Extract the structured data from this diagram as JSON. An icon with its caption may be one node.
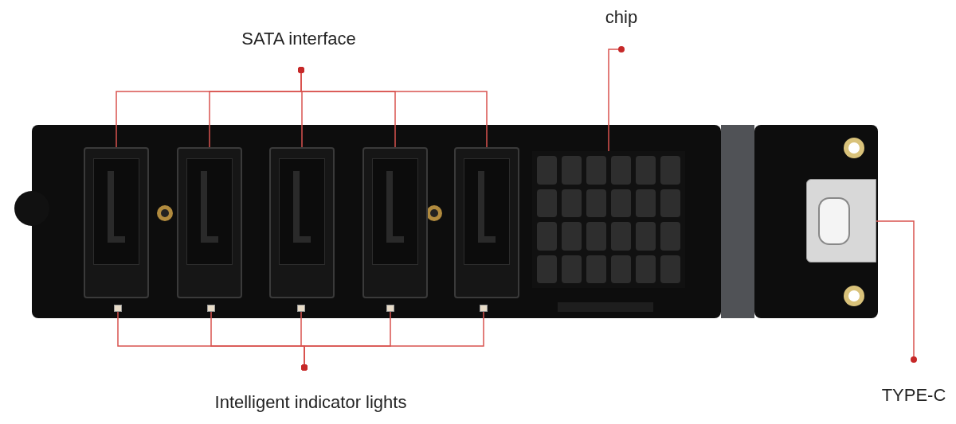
{
  "diagram": {
    "nodes": [
      {
        "text": [
          "SATA interface"
        ]
      },
      {
        "text": [],
        "shape": "box"
      },
      {
        "text": [],
        "shape": "box"
      },
      {
        "text": [],
        "shape": "box"
      },
      {
        "text": [],
        "shape": "box"
      },
      {
        "text": [],
        "shape": "box"
      },
      {
        "text": [
          "chip"
        ]
      },
      {
        "text": [],
        "shape": "box"
      },
      {
        "text": [
          "Intelligent indicator lights"
        ]
      },
      {
        "text": [],
        "shape": "box"
      },
      {
        "text": [],
        "shape": "box"
      },
      {
        "text": [],
        "shape": "box"
      },
      {
        "text": [],
        "shape": "box"
      },
      {
        "text": [],
        "shape": "box"
      },
      {
        "text": [
          "TYPE-C"
        ]
      },
      {
        "text": [],
        "shape": "box"
      }
    ],
    "edges": [
      {
        "from": 0,
        "to": 1,
        "arrow": "other"
      },
      {
        "from": 0,
        "to": 2,
        "arrow": "other"
      },
      {
        "from": 0,
        "to": 3,
        "arrow": "other"
      },
      {
        "from": 0,
        "to": 4,
        "arrow": "other"
      },
      {
        "from": 0,
        "to": 5,
        "arrow": "other"
      },
      {
        "from": 6,
        "to": 7,
        "arrow": "other"
      },
      {
        "from": 8,
        "to": 9,
        "arrow": "other"
      },
      {
        "from": 8,
        "to": 10,
        "arrow": "other"
      },
      {
        "from": 8,
        "to": 11,
        "arrow": "other"
      },
      {
        "from": 8,
        "to": 12,
        "arrow": "other"
      },
      {
        "from": 8,
        "to": 13,
        "arrow": "other"
      },
      {
        "from": 14,
        "to": 15,
        "arrow": "other"
      }
    ]
  }
}
